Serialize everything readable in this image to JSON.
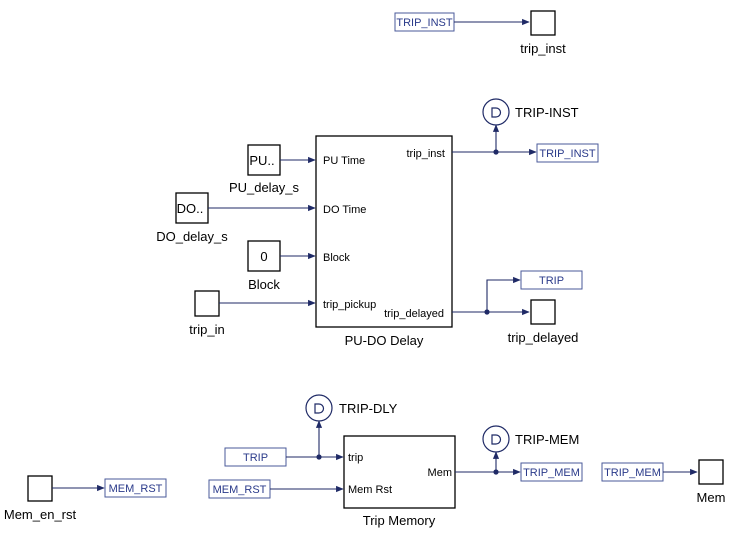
{
  "colors": {
    "wire": "#1f2a66",
    "label_text": "#2a3a8a",
    "label_border": "#4a5a9a"
  },
  "blocks": {
    "pu_do_delay": {
      "caption": "PU-DO Delay",
      "inputs": [
        "PU Time",
        "DO Time",
        "Block",
        "trip_pickup"
      ],
      "outputs": [
        "trip_inst",
        "trip_delayed"
      ]
    },
    "trip_memory": {
      "caption": "Trip Memory",
      "inputs": [
        "trip",
        "Mem Rst"
      ],
      "outputs": [
        "Mem"
      ]
    }
  },
  "constants": {
    "pu": {
      "value": "PU..",
      "caption": "PU_delay_s"
    },
    "do": {
      "value": "DO..",
      "caption": "DO_delay_s"
    },
    "block": {
      "value": "0",
      "caption": "Block"
    }
  },
  "ports": {
    "trip_in": "trip_in",
    "trip_inst": "trip_inst",
    "trip_delayed": "trip_delayed",
    "mem_en_rst": "Mem_en_rst",
    "mem": "Mem"
  },
  "signal_labels": {
    "trip_inst_top": "TRIP_INST",
    "trip_inst_out": "TRIP_INST",
    "trip_out": "TRIP",
    "trip_in_mem": "TRIP",
    "mem_rst_in": "MEM_RST",
    "mem_rst_out": "MEM_RST",
    "trip_mem_out": "TRIP_MEM",
    "trip_mem_in": "TRIP_MEM"
  },
  "probes": {
    "trip_inst": {
      "icon": "D",
      "label": "TRIP-INST"
    },
    "trip_dly": {
      "icon": "D",
      "label": "TRIP-DLY"
    },
    "trip_mem": {
      "icon": "D",
      "label": "TRIP-MEM"
    }
  }
}
